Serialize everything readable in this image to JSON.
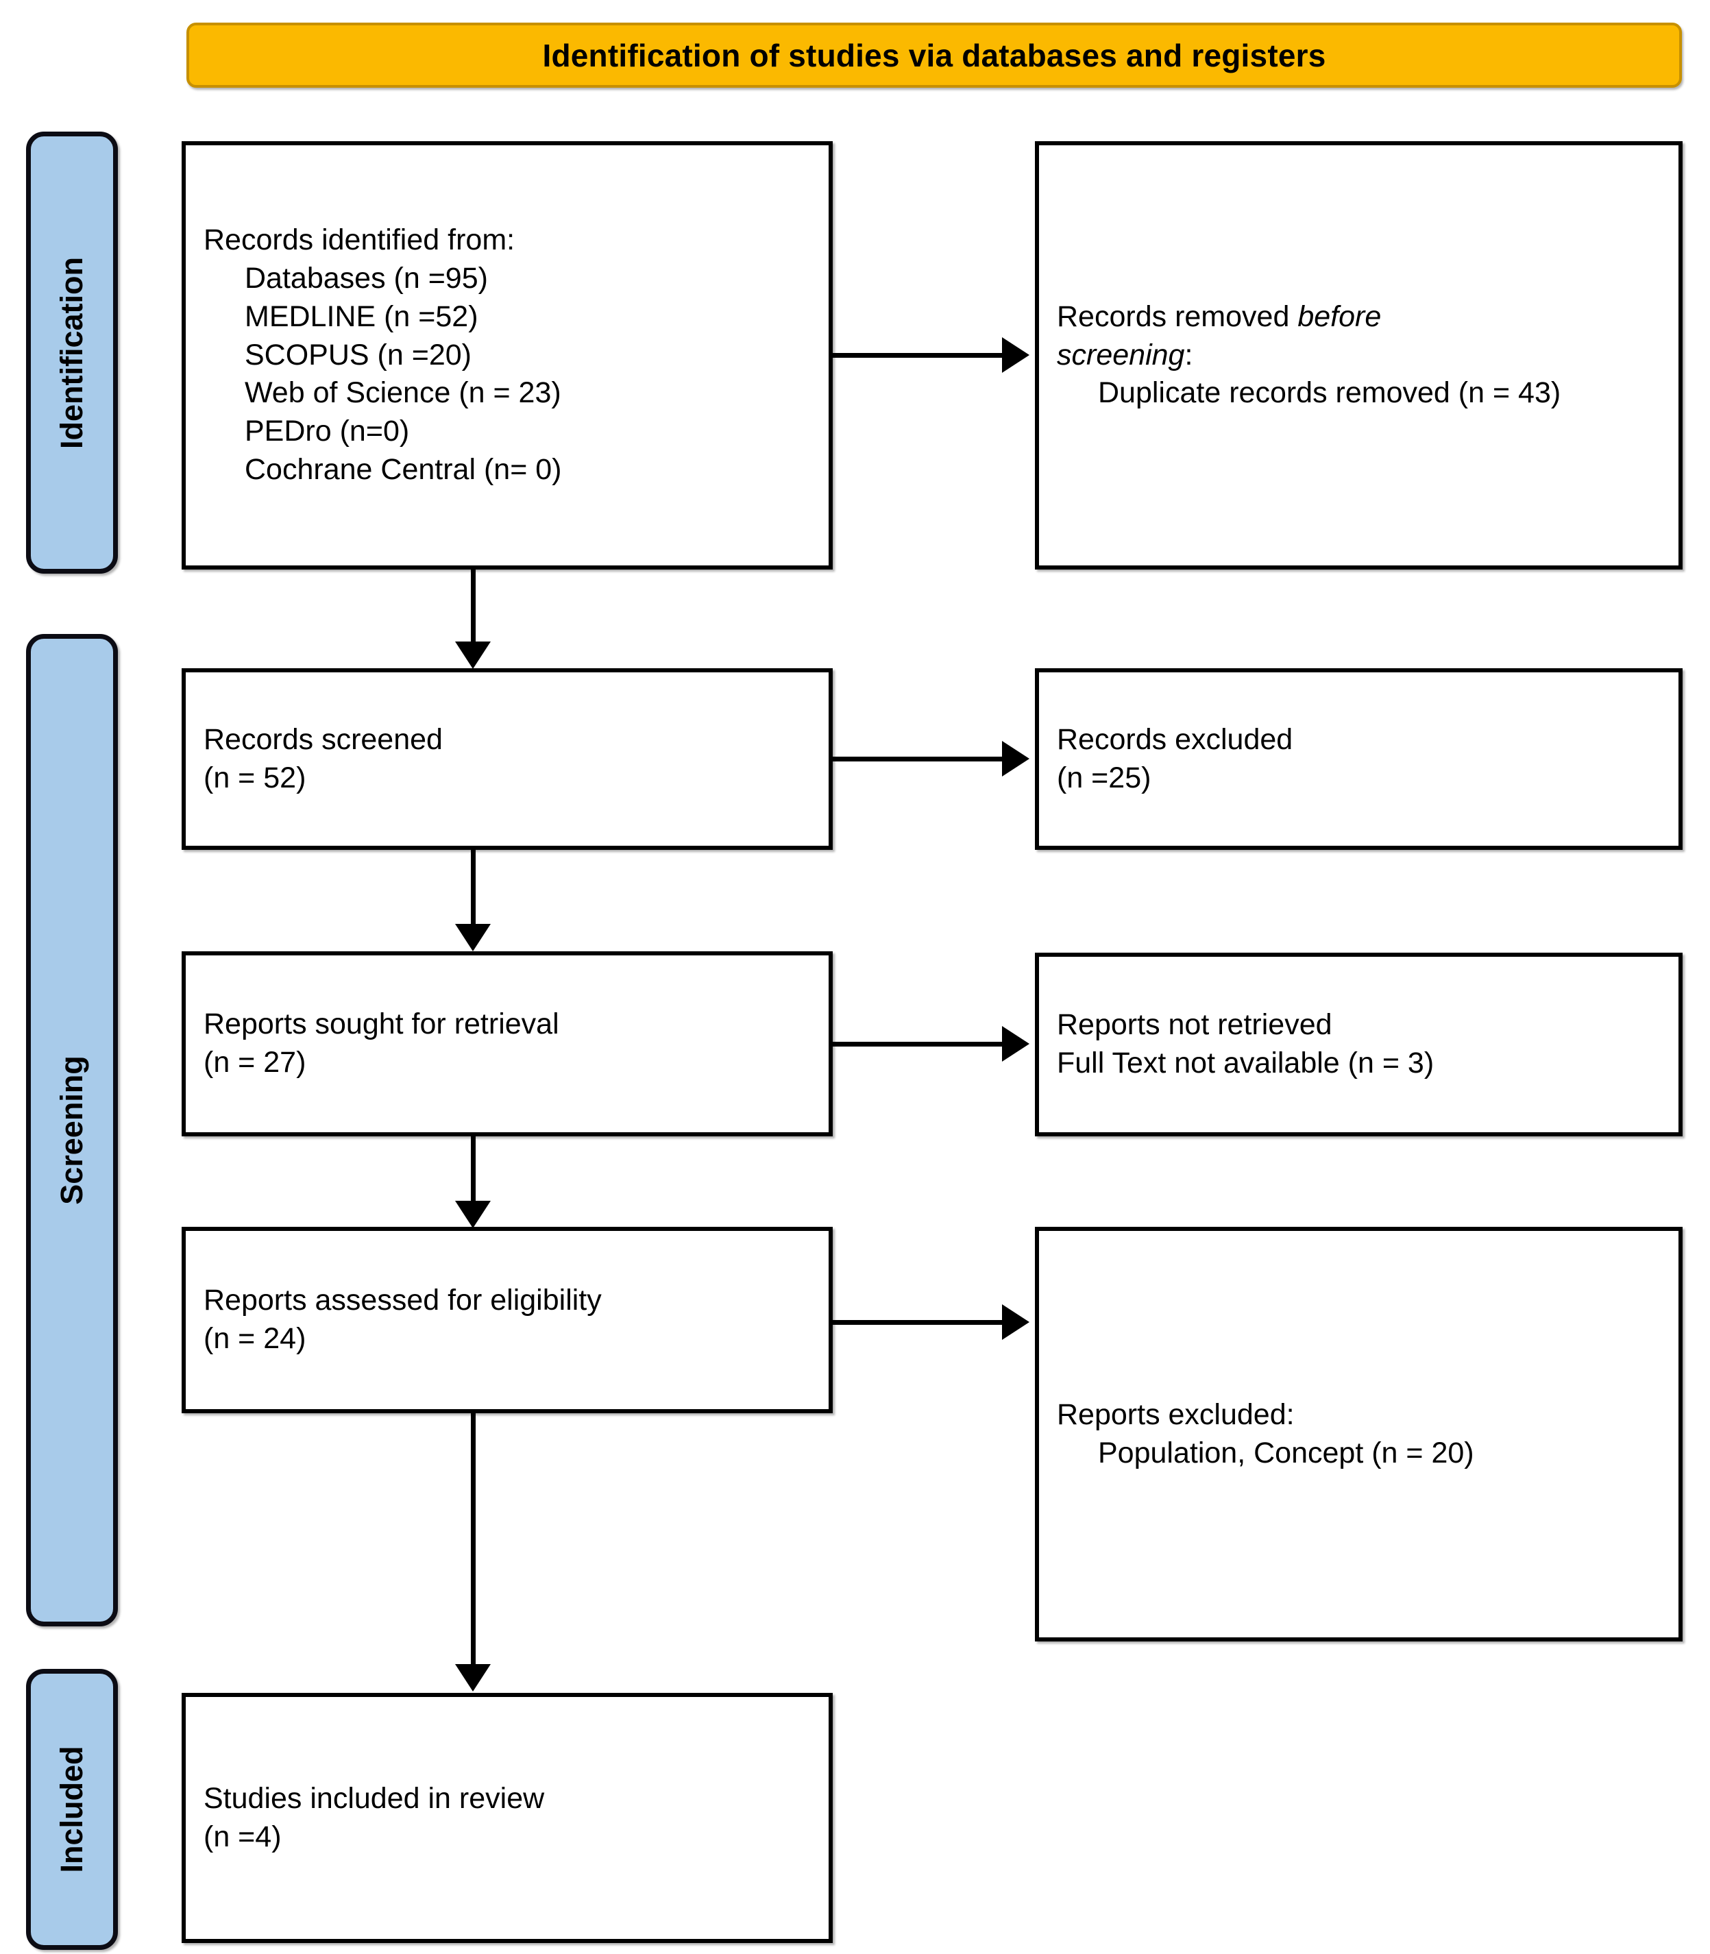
{
  "banner": {
    "title": "Identification of studies via databases and registers",
    "fill_color": "#FBB900",
    "border_color": "#C79000"
  },
  "phases": {
    "fill_color": "#A8CBEA",
    "border_color": "#0C0C14",
    "identification": "Identification",
    "screening": "Screening",
    "included": "Included"
  },
  "boxes": {
    "identified": {
      "line1": "Records identified from:",
      "line2": "Databases (n =95)",
      "line3": "MEDLINE (n =52)",
      "line4": "SCOPUS (n =20)",
      "line5": "Web of Science (n = 23)",
      "line6": "PEDro (n=0)",
      "line7": "Cochrane Central (n= 0)"
    },
    "removed": {
      "line1_plain": "Records removed ",
      "line1_italic": "before",
      "line2_italic": "screening",
      "line2_plain": ":",
      "line3": "Duplicate records removed (n = 43)"
    },
    "screened": {
      "line1": "Records screened",
      "line2": "(n = 52)"
    },
    "excluded_records": {
      "line1": "Records excluded",
      "line2": "(n =25)"
    },
    "sought": {
      "line1": "Reports sought for retrieval",
      "line2": "(n = 27)"
    },
    "not_retrieved": {
      "line1": "Reports not retrieved",
      "line2": "Full Text not available (n = 3)"
    },
    "assessed": {
      "line1": "Reports assessed for eligibility",
      "line2": "(n = 24)"
    },
    "excluded_reports": {
      "line1": "Reports excluded:",
      "line2": "Population, Concept (n = 20)"
    },
    "included_studies": {
      "line1": "Studies included in review",
      "line2": "(n =4)"
    }
  },
  "flow_data": {
    "type": "prisma-flow",
    "records_identified_total": 95,
    "sources": [
      {
        "name": "Databases",
        "n": 95
      },
      {
        "name": "MEDLINE",
        "n": 52
      },
      {
        "name": "SCOPUS",
        "n": 20
      },
      {
        "name": "Web of Science",
        "n": 23
      },
      {
        "name": "PEDro",
        "n": 0
      },
      {
        "name": "Cochrane Central",
        "n": 0
      }
    ],
    "duplicates_removed": 43,
    "records_screened": 52,
    "records_excluded": 25,
    "reports_sought": 27,
    "reports_not_retrieved": 3,
    "reports_assessed": 24,
    "reports_excluded": 20,
    "studies_included": 4
  }
}
